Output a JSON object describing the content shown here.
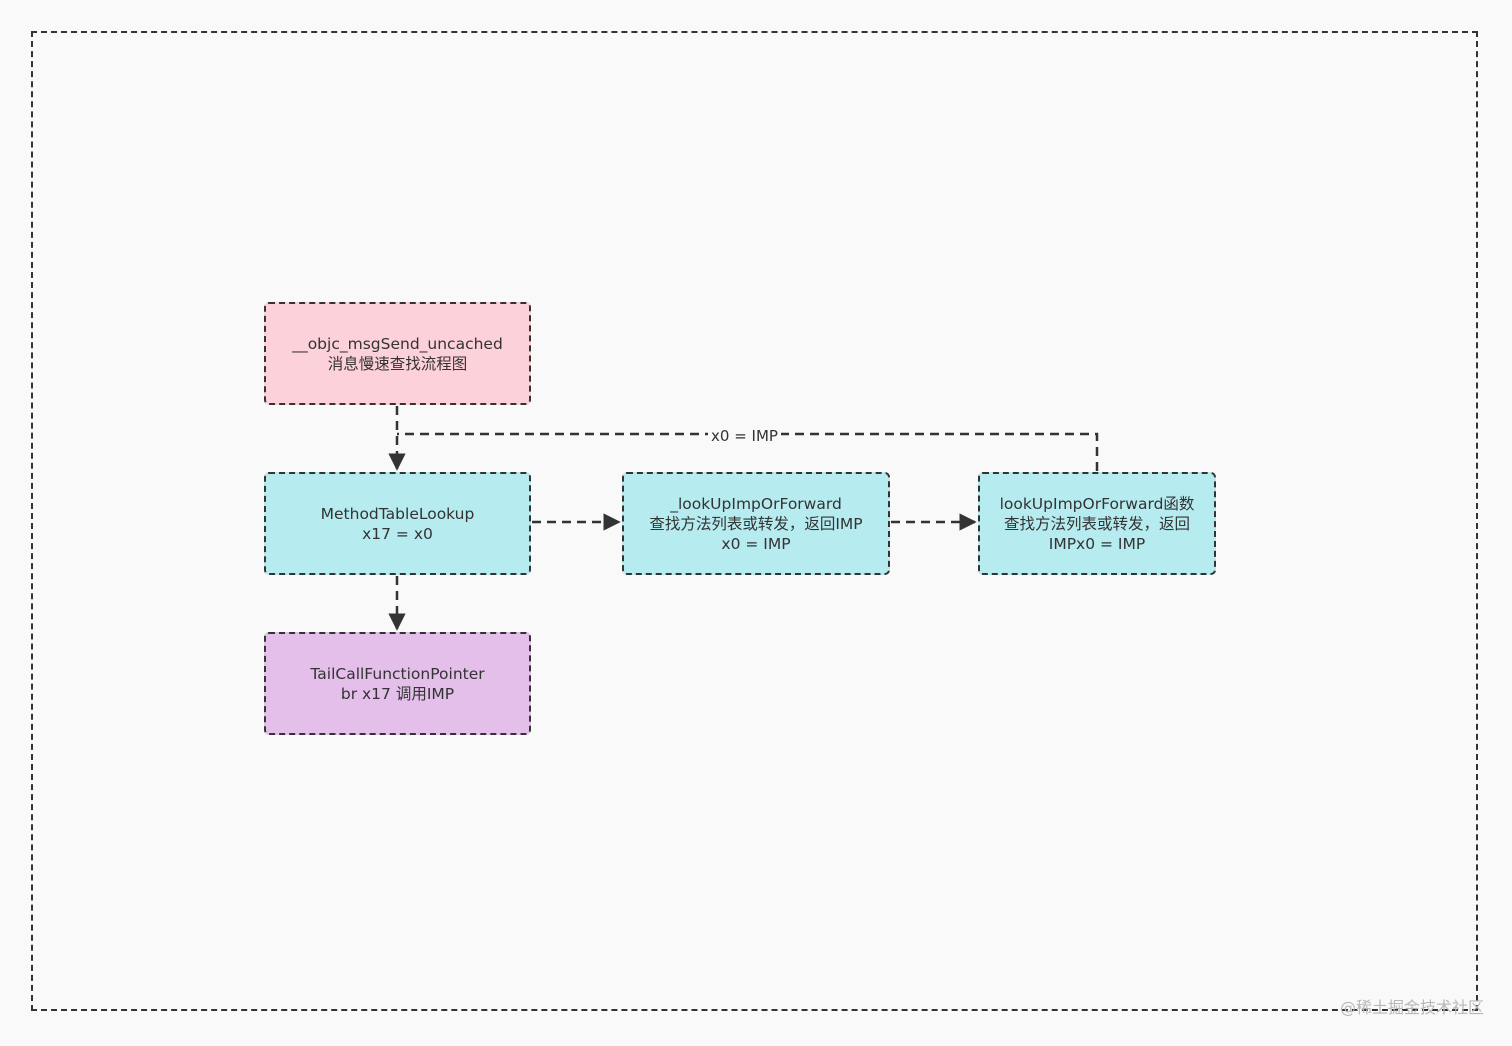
{
  "colors": {
    "start_fill": "#fdd1d9",
    "process_fill": "#b6ebf0",
    "end_fill": "#e3bfea",
    "stroke": "#333333"
  },
  "nodes": {
    "start": {
      "line1": "__objc_msgSend_uncached",
      "line2": "消息慢速查找流程图"
    },
    "method_table_lookup": {
      "line1": "MethodTableLookup",
      "line2": "x17 = x0"
    },
    "tail_call": {
      "line1": "TailCallFunctionPointer",
      "line2": "br x17 调用IMP"
    },
    "lookup_imp_or_forward": {
      "line1": "_lookUpImpOrForward",
      "line2": "查找方法列表或转发，返回IMP",
      "line3": "x0 = IMP"
    },
    "lookup_imp_or_forward_fn": {
      "line1": "lookUpImpOrForward函数",
      "line2": "查找方法列表或转发，返回",
      "line3": "IMPx0 = IMP"
    }
  },
  "edges": {
    "return_label": "x0 = IMP"
  },
  "watermark": "@稀土掘金技术社区"
}
